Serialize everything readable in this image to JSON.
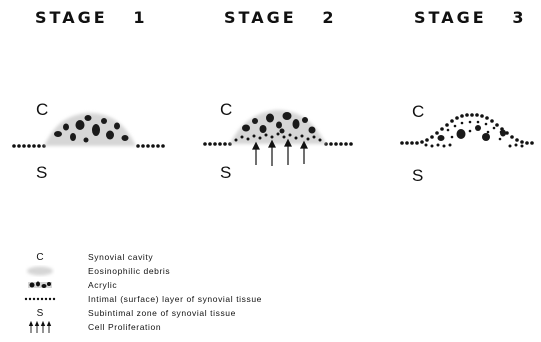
{
  "stages": [
    {
      "title": "STAGE   1",
      "cavity_label": "C",
      "subintimal_label": "S"
    },
    {
      "title": "STAGE   2",
      "cavity_label": "C",
      "subintimal_label": "S"
    },
    {
      "title": "STAGE   3",
      "cavity_label": "C",
      "subintimal_label": "S"
    }
  ],
  "legend": [
    {
      "symbol": "C",
      "text": "Synovial cavity"
    },
    {
      "symbol": "debris-swatch",
      "text": "Eosinophilic debris"
    },
    {
      "symbol": "acrylic-swatch",
      "text": "Acrylic"
    },
    {
      "symbol": "dotted-line-swatch",
      "text": "Intimal (surface) layer of synovial tissue"
    },
    {
      "symbol": "S",
      "text": "Subintimal zone of synovial tissue"
    },
    {
      "symbol": "arrows-swatch",
      "text": "Cell Proliferation"
    }
  ],
  "colors": {
    "ink": "#111111",
    "debris": "#d6d6d6"
  }
}
